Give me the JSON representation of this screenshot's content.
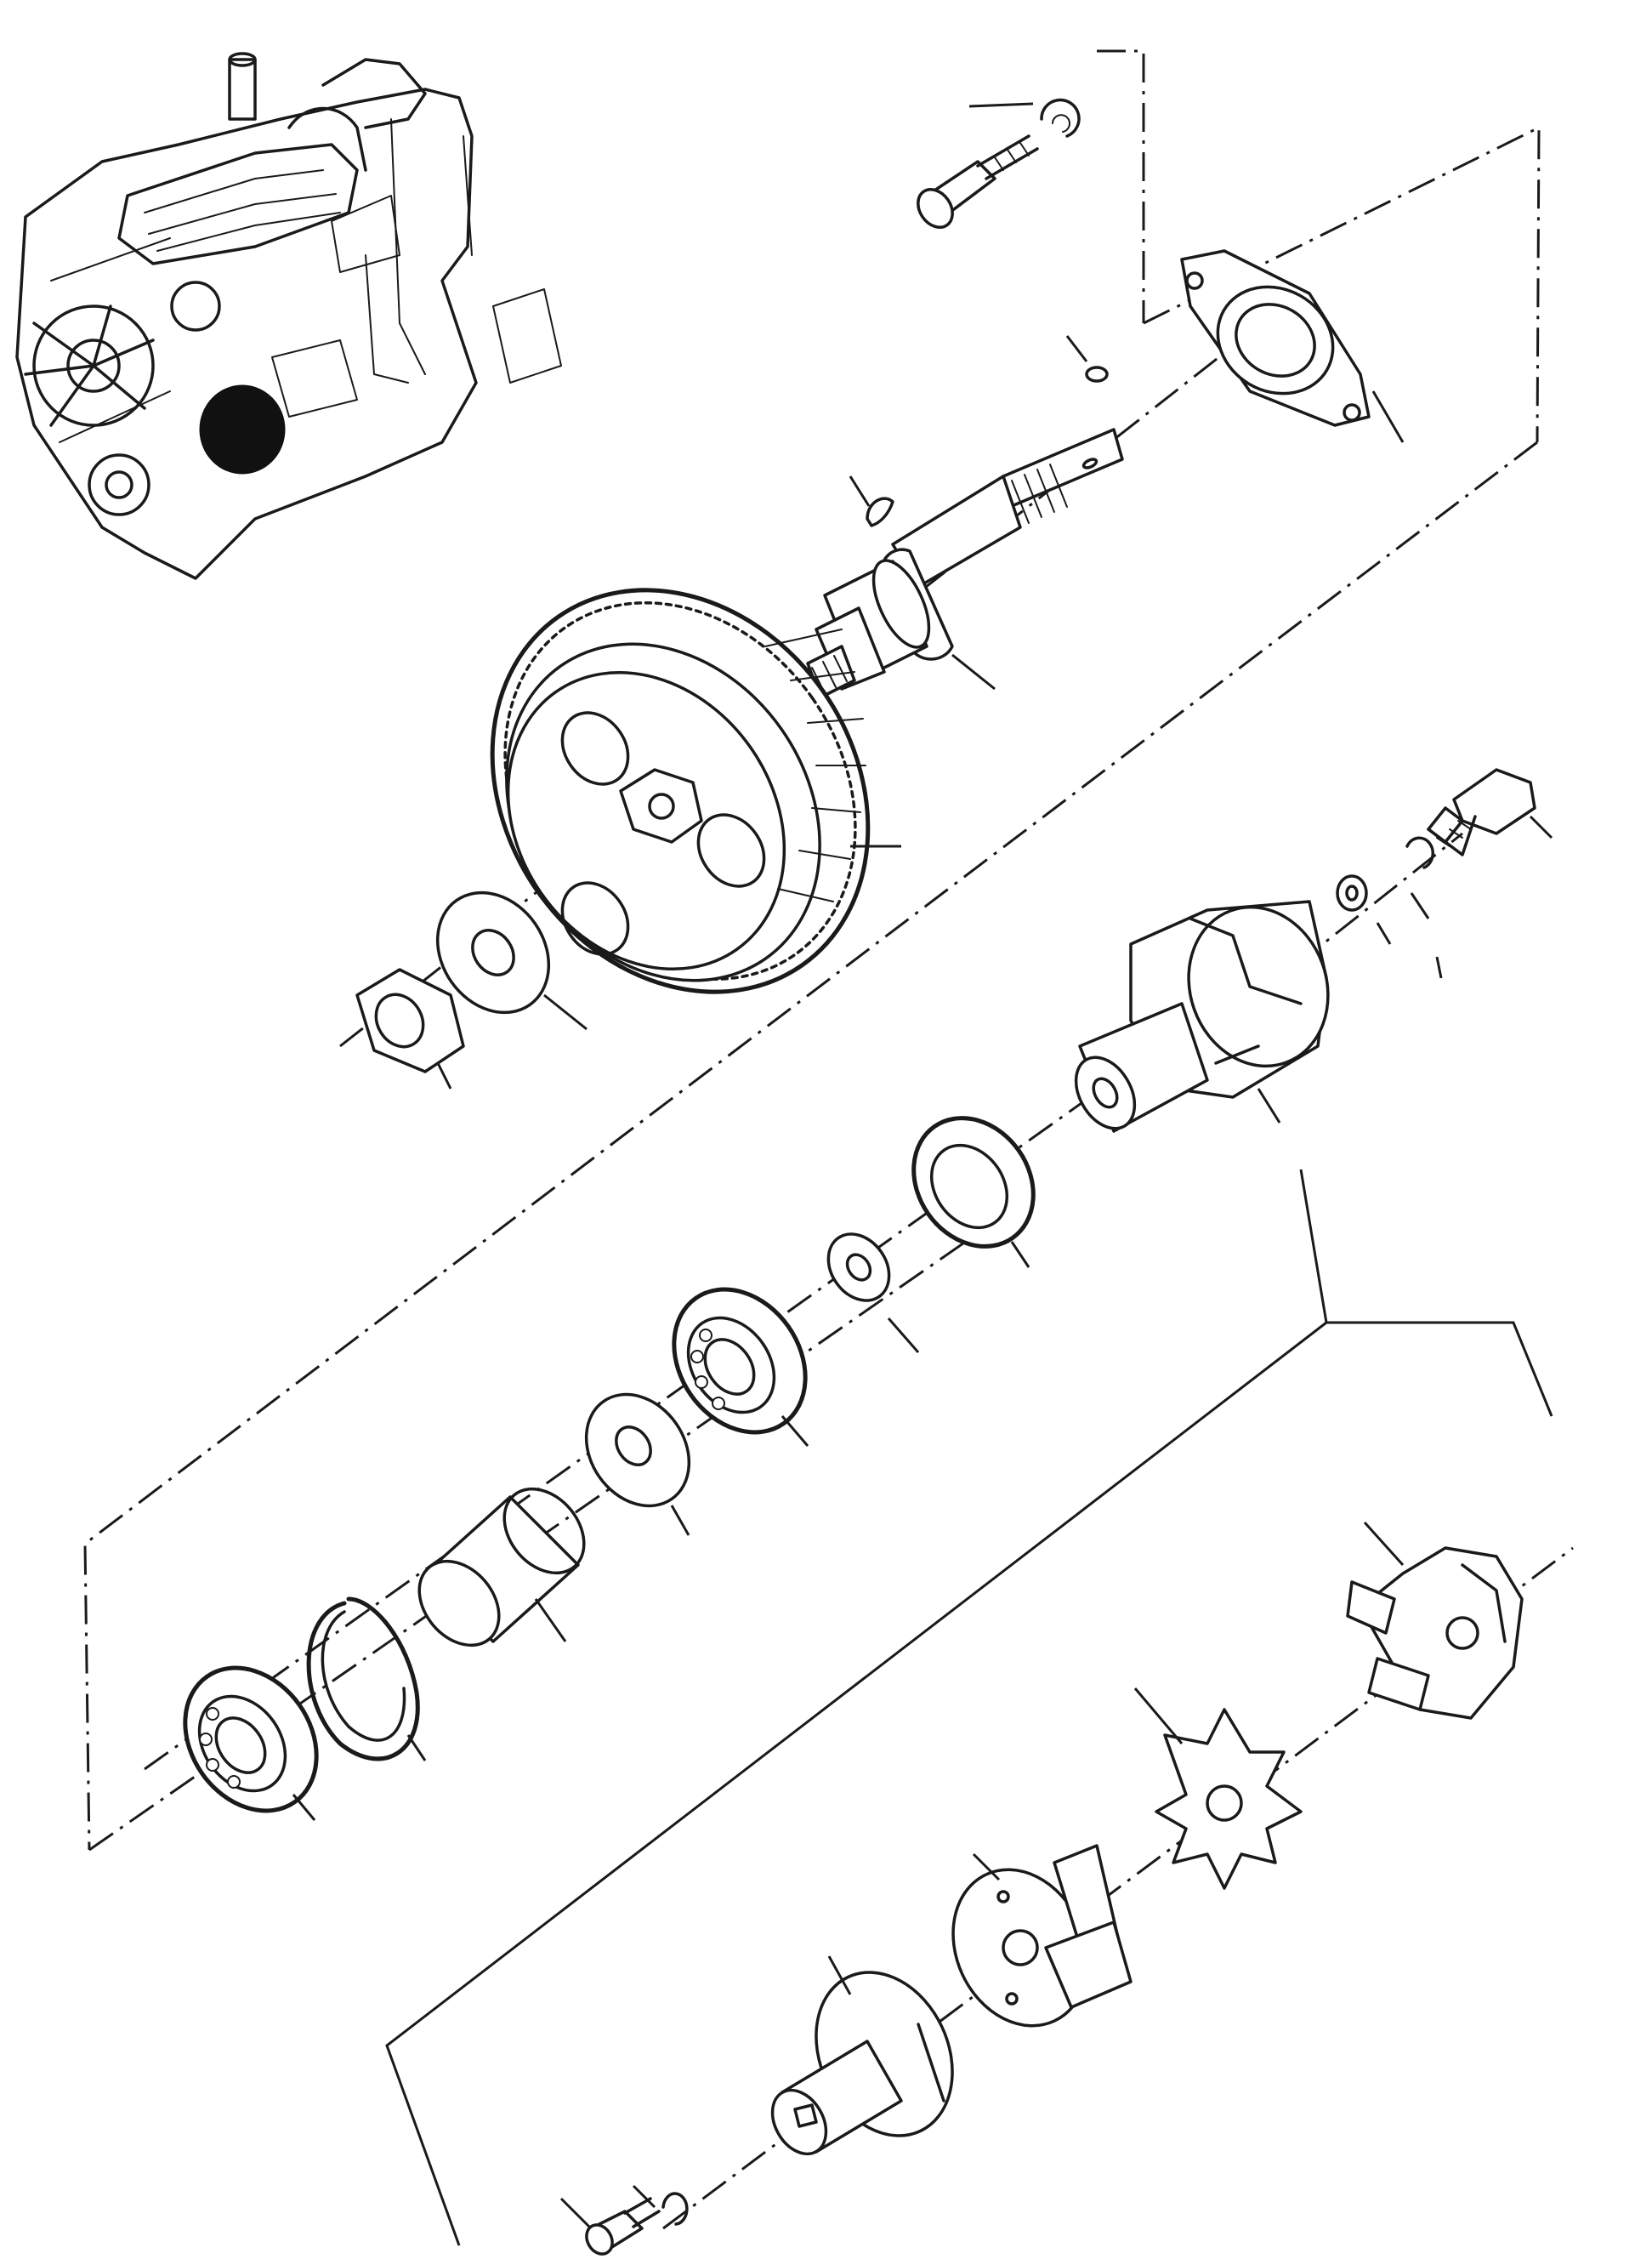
{
  "figure": {
    "kind": "exploded-parts-diagram",
    "line_color": "#1a1a1a",
    "fill_color": "#ffffff",
    "highlight_color": "#111111"
  },
  "parts": [
    {
      "id": "engine-overview",
      "icon": "engine-icon"
    },
    {
      "id": "cap-screw-top",
      "icon": "bolt-icon"
    },
    {
      "id": "lock-washer-top",
      "icon": "washer-icon"
    },
    {
      "id": "pump-cover",
      "icon": "flange-icon"
    },
    {
      "id": "oring",
      "icon": "ring-icon"
    },
    {
      "id": "woodruff-key",
      "icon": "key-icon"
    },
    {
      "id": "drive-shaft",
      "icon": "shaft-icon"
    },
    {
      "id": "drive-gear",
      "icon": "gear-icon"
    },
    {
      "id": "washer-plain",
      "icon": "washer-icon"
    },
    {
      "id": "hex-nut",
      "icon": "nut-icon"
    },
    {
      "id": "cap-screw-right",
      "icon": "bolt-icon"
    },
    {
      "id": "lock-washer-right",
      "icon": "washer-icon"
    },
    {
      "id": "flat-washer-right",
      "icon": "washer-icon"
    },
    {
      "id": "pump-body",
      "icon": "housing-icon"
    },
    {
      "id": "oil-seal",
      "icon": "seal-icon"
    },
    {
      "id": "shim-washer",
      "icon": "washer-icon"
    },
    {
      "id": "ball-bearing-upper",
      "icon": "bearing-icon"
    },
    {
      "id": "thrust-washer",
      "icon": "washer-icon"
    },
    {
      "id": "spacer-sleeve",
      "icon": "sleeve-icon"
    },
    {
      "id": "snap-ring",
      "icon": "snap-ring-icon"
    },
    {
      "id": "ball-bearing-lower",
      "icon": "bearing-icon"
    },
    {
      "id": "pump-housing-assembly",
      "icon": "housing-icon"
    },
    {
      "id": "impeller-rotor",
      "icon": "rotor-icon"
    },
    {
      "id": "rotor-plate",
      "icon": "plate-icon"
    },
    {
      "id": "pump-cover-plate",
      "icon": "flange-icon"
    },
    {
      "id": "small-screw",
      "icon": "bolt-icon"
    },
    {
      "id": "small-washer",
      "icon": "washer-icon"
    }
  ]
}
